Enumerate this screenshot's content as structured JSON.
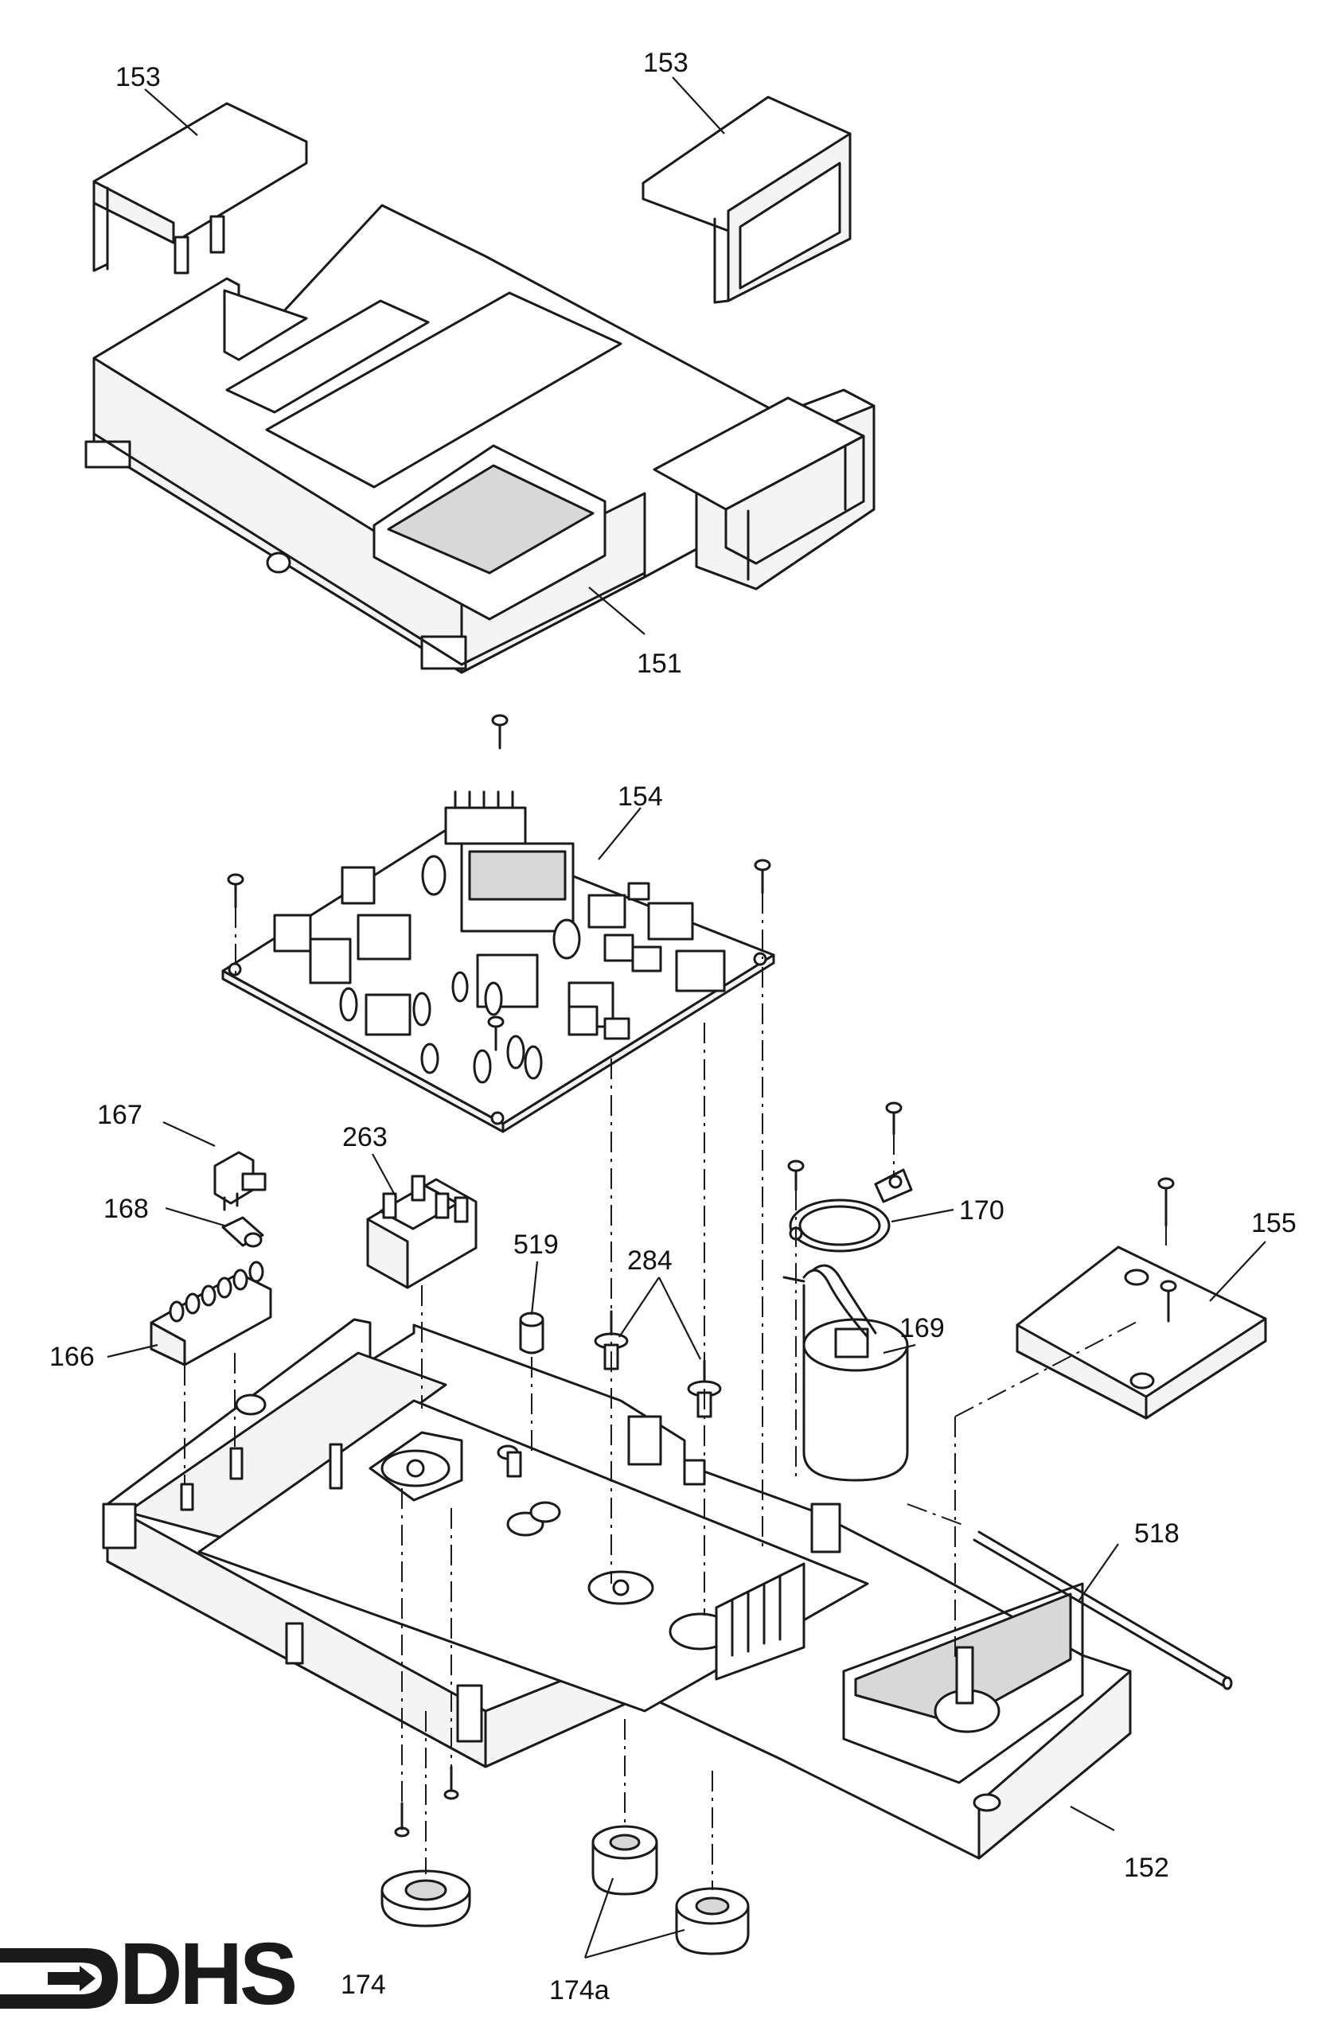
{
  "diagram": {
    "callouts": {
      "c153a": "153",
      "c153b": "153",
      "c151": "151",
      "c154": "154",
      "c167": "167",
      "c168": "168",
      "c166": "166",
      "c263": "263",
      "c519": "519",
      "c284": "284",
      "c170": "170",
      "c169": "169",
      "c155": "155",
      "c518": "518",
      "c152": "152",
      "c174": "174",
      "c174a": "174a"
    }
  },
  "logo": {
    "text": "DHS"
  }
}
